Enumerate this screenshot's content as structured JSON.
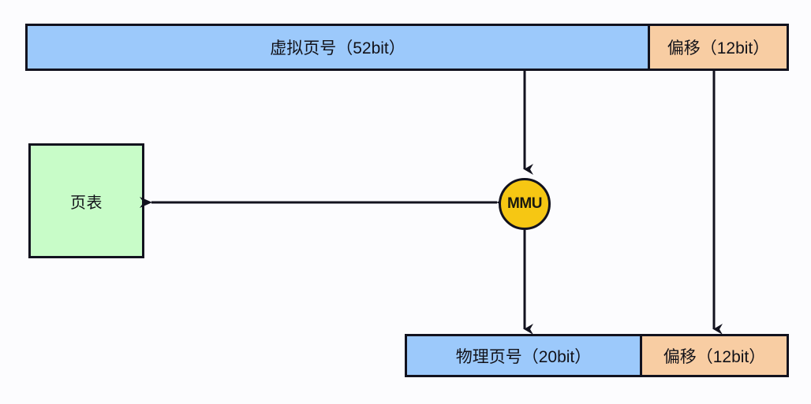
{
  "diagram": {
    "title": "virtual-to-physical address translation via MMU",
    "colors": {
      "page_number_fill": "#9CC9FB",
      "offset_fill": "#F8CDA3",
      "page_table_fill": "#C8FCC8",
      "mmu_fill": "#F6C713",
      "stroke": "#12121E",
      "background": "#FCFCFE"
    },
    "virtual_address": {
      "page_number_label": "虚拟页号（52bit）",
      "offset_label": "偏移（12bit）"
    },
    "physical_address": {
      "page_number_label": "物理页号（20bit）",
      "offset_label": "偏移（12bit）"
    },
    "page_table": {
      "label": "页表"
    },
    "mmu": {
      "label": "MMU"
    },
    "arrows": [
      {
        "name": "vpn-to-mmu",
        "from": "虚拟页号（52bit）",
        "to": "MMU",
        "heads": "end"
      },
      {
        "name": "mmu-to-pagetable",
        "from": "MMU",
        "to": "页表",
        "heads": "both"
      },
      {
        "name": "mmu-to-ppn",
        "from": "MMU",
        "to": "物理页号（20bit）",
        "heads": "end"
      },
      {
        "name": "voffset-to-poffset",
        "from": "偏移（12bit）",
        "to": "偏移（12bit）",
        "heads": "end"
      }
    ]
  }
}
